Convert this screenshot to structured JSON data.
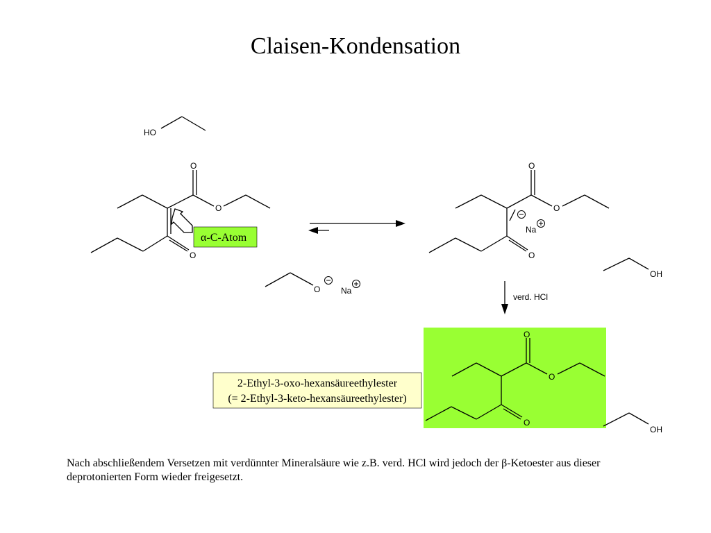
{
  "title": "Claisen-Kondensation",
  "atoms": {
    "O": "O",
    "HO": "HO",
    "OH": "OH",
    "Na": "Na",
    "plus": "+",
    "minus": "−"
  },
  "labels": {
    "alpha": "α-C-Atom",
    "reagent": "verd. HCl",
    "product_line1": "2-Ethyl-3-oxo-hexansäureethylester",
    "product_line2": "(= 2-Ethyl-3-keto-hexansäureethylester)"
  },
  "colors": {
    "highlight": "#99ff33",
    "label_box": "#ffffcc"
  },
  "note": "Nach abschließendem Versetzen mit verdünnter Mineralsäure wie z.B. verd. HCl wird jedoch der β-Ketoester aus dieser deprotonierten Form wieder freigesetzt."
}
